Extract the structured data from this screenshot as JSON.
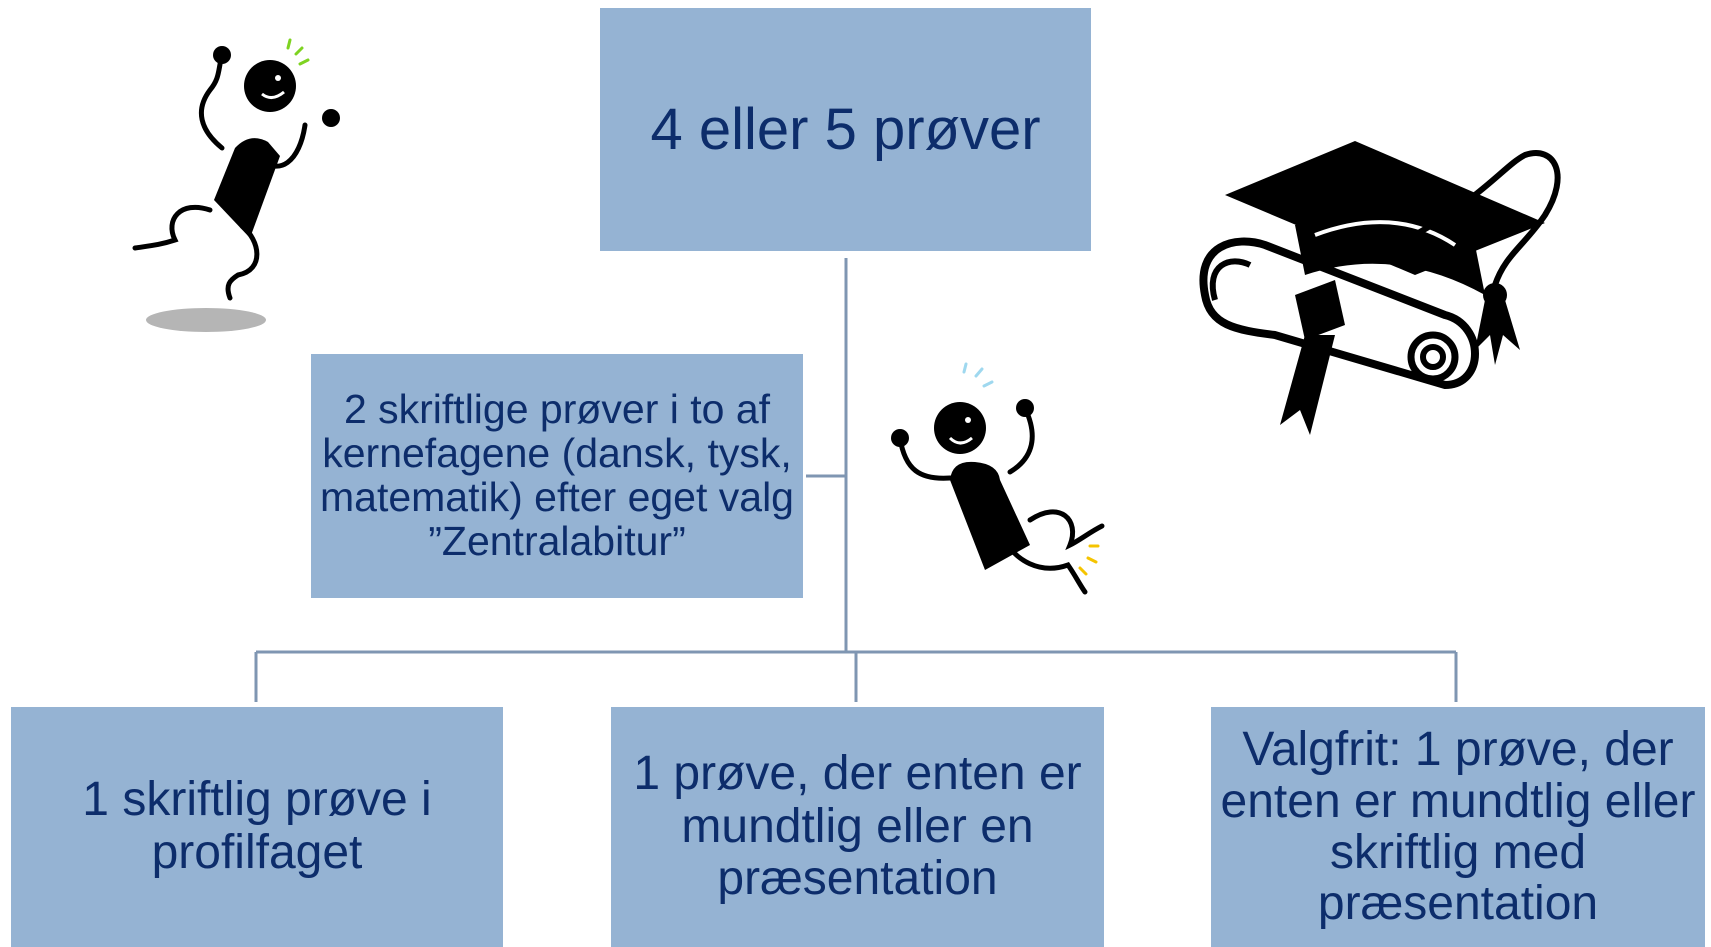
{
  "diagram": {
    "root": {
      "label": "4 eller 5 prøver"
    },
    "side": {
      "label": "2 skriftlige prøver i to af kernefagene (dansk, tysk, matematik) efter eget valg ”Zentralabitur”"
    },
    "children": [
      {
        "label": "1 skriftlig prøve i profilfaget"
      },
      {
        "label": "1 prøve, der enten er mundtlig eller en præsentation"
      },
      {
        "label": "Valgfrit: 1 prøve, der enten er mundtlig eller skriftlig med præsentation"
      }
    ]
  },
  "colors": {
    "box_fill": "#95b3d3",
    "box_text": "#0d2d6b",
    "connector": "#7f96b2"
  },
  "icons": [
    "jumping-figure-icon",
    "dancing-figure-icon",
    "graduation-cap-diploma-icon"
  ]
}
